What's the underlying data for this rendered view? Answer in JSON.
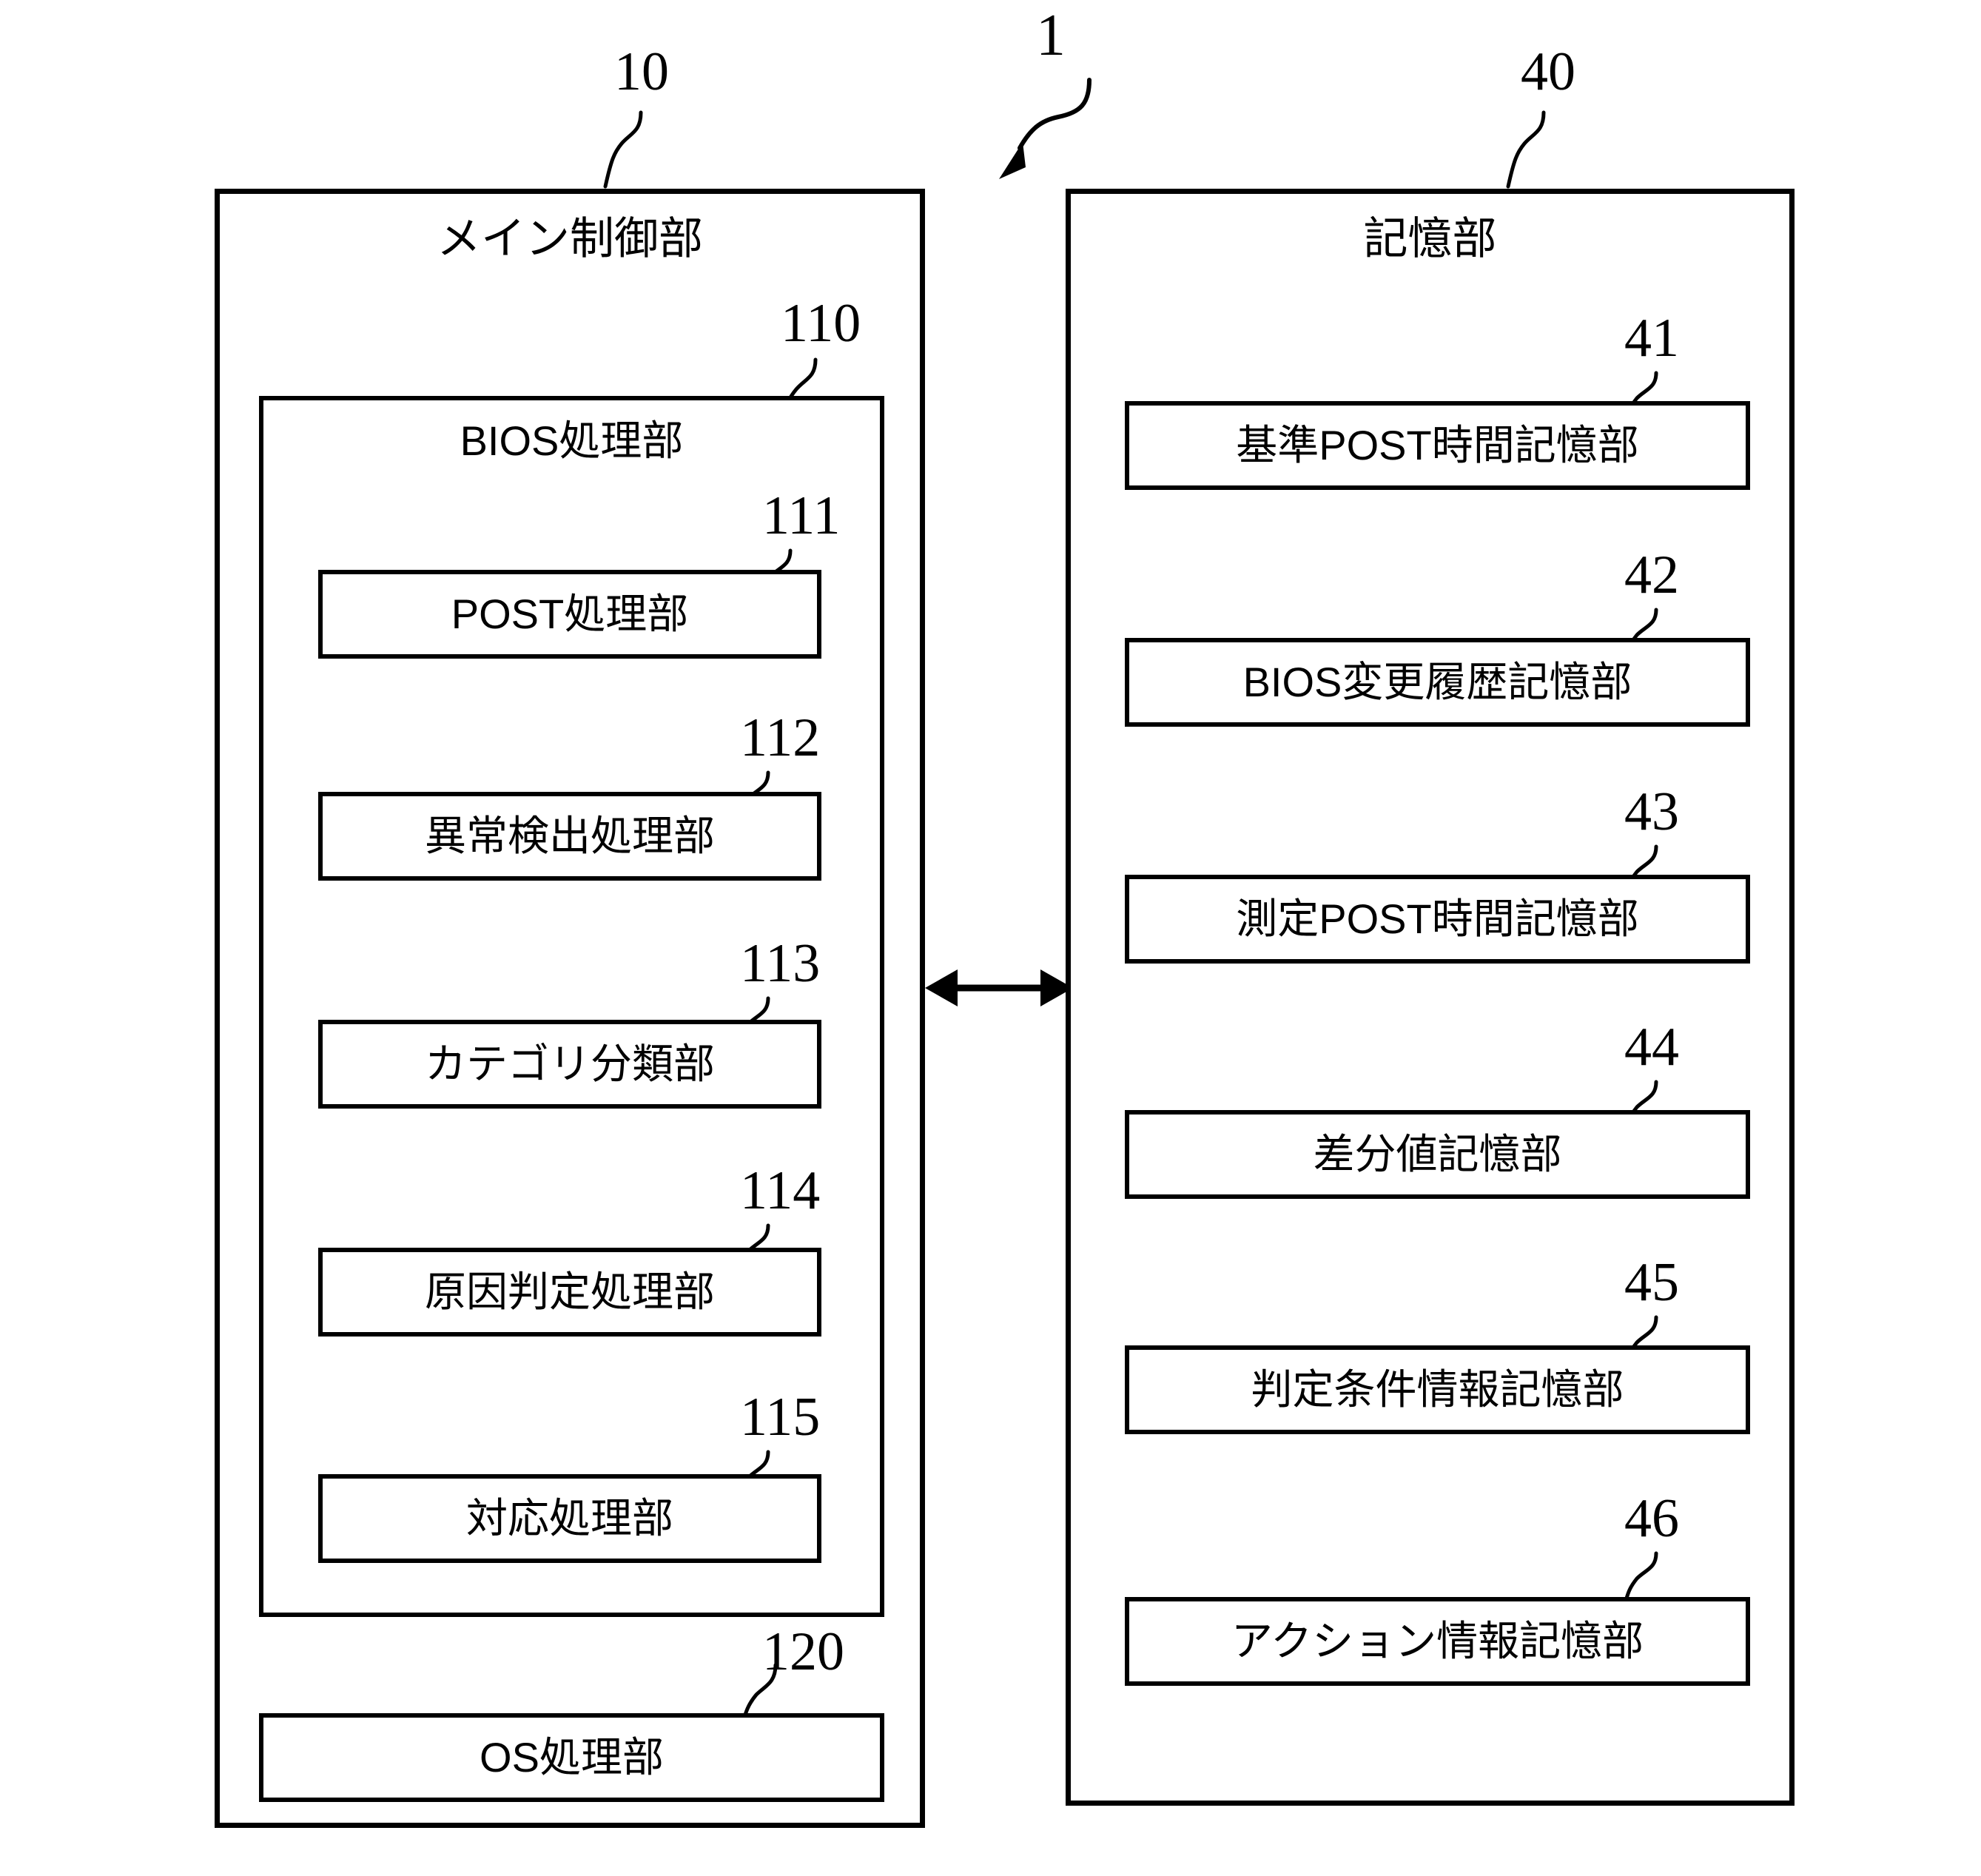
{
  "figure": {
    "system_ref": "1",
    "background_color": "#ffffff",
    "line_color": "#000000"
  },
  "main_control": {
    "ref": "10",
    "title": "メイン制御部",
    "bios_section": {
      "ref": "110",
      "title": "BIOS処理部",
      "items": [
        {
          "ref": "111",
          "label": "POST処理部"
        },
        {
          "ref": "112",
          "label": "異常検出処理部"
        },
        {
          "ref": "113",
          "label": "カテゴリ分類部"
        },
        {
          "ref": "114",
          "label": "原因判定処理部"
        },
        {
          "ref": "115",
          "label": "対応処理部"
        }
      ]
    },
    "os_section": {
      "ref": "120",
      "label": "OS処理部"
    }
  },
  "storage": {
    "ref": "40",
    "title": "記憶部",
    "items": [
      {
        "ref": "41",
        "label": "基準POST時間記憶部"
      },
      {
        "ref": "42",
        "label": "BIOS変更履歴記憶部"
      },
      {
        "ref": "43",
        "label": "測定POST時間記憶部"
      },
      {
        "ref": "44",
        "label": "差分値記憶部"
      },
      {
        "ref": "45",
        "label": "判定条件情報記憶部"
      },
      {
        "ref": "46",
        "label": "アクション情報記憶部"
      }
    ]
  }
}
